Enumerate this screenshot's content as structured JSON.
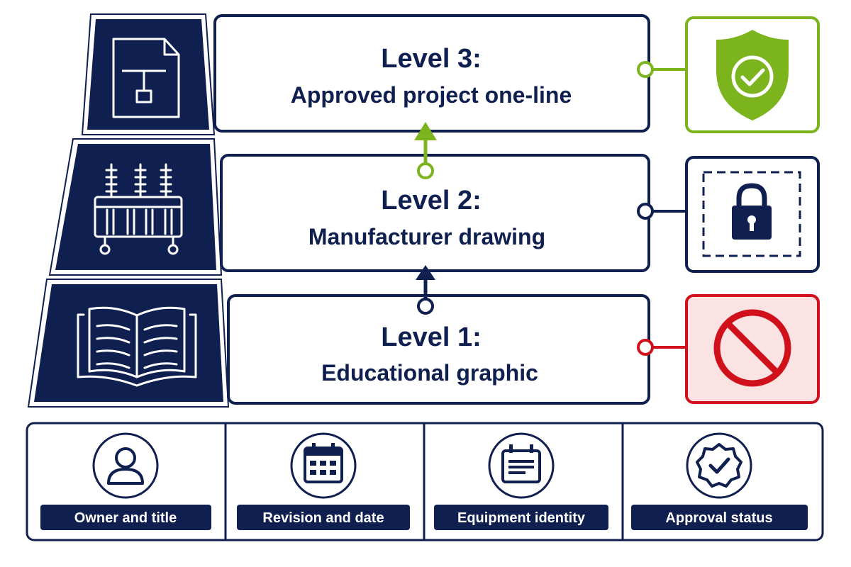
{
  "levels": [
    {
      "id": 3,
      "title": "Level 3:",
      "subtitle": "Approved project one-line",
      "status_icon": "shield-check-icon",
      "status_color": "#7cb41e",
      "level_icon": "one-line-document-icon"
    },
    {
      "id": 2,
      "title": "Level 2:",
      "subtitle": "Manufacturer drawing",
      "status_icon": "padlock-icon",
      "status_color": "#0f1f4f",
      "level_icon": "transformer-icon"
    },
    {
      "id": 1,
      "title": "Level 1:",
      "subtitle": "Educational graphic",
      "status_icon": "prohibited-icon",
      "status_color": "#d0101b",
      "level_icon": "open-book-icon"
    }
  ],
  "cards": [
    {
      "label": "Owner and title",
      "icon": "person-icon"
    },
    {
      "label": "Revision and date",
      "icon": "calendar-icon"
    },
    {
      "label": "Equipment identity",
      "icon": "nameplate-icon"
    },
    {
      "label": "Approval status",
      "icon": "badge-check-icon"
    }
  ],
  "colors": {
    "navy": "#0f1f4f",
    "green": "#7cb41e",
    "red": "#d0101b",
    "red_fill": "#fbe3e3"
  }
}
